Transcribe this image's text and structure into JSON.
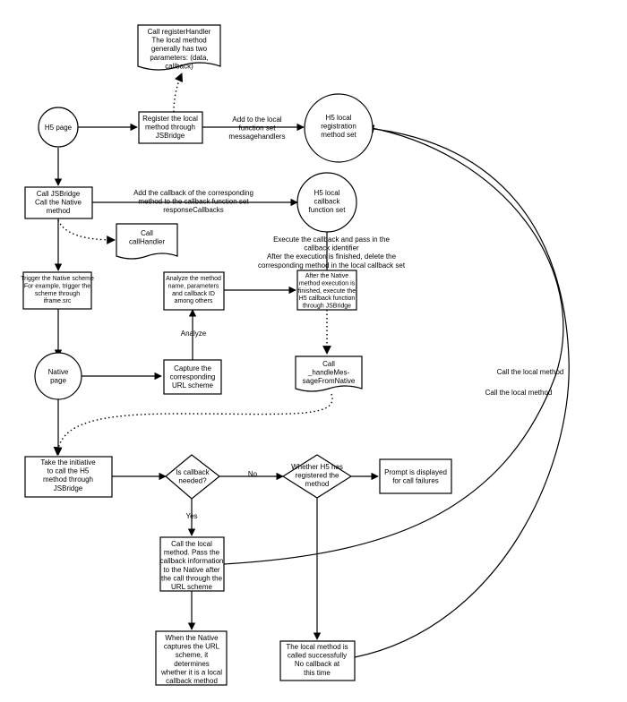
{
  "nodes": {
    "call_register_handler": [
      "Call registerHandler",
      "The local method",
      "generally has two",
      "parameters: (data,",
      "callback)"
    ],
    "h5_page": [
      "H5 page"
    ],
    "register_local_method": [
      "Register the local",
      "method through",
      "JSBridge"
    ],
    "h5_local_registration": [
      "H5 local",
      "registration",
      "method set"
    ],
    "call_jsbridge_native": [
      "Call JSBridge",
      "Call the Native",
      "method"
    ],
    "h5_local_callback": [
      "H5 local",
      "callback",
      "function set"
    ],
    "call_callhandler": [
      "Call",
      "callHandler"
    ],
    "trigger_native_scheme": [
      "Trigger the Native scheme",
      "For example, trigger the",
      "scheme through",
      "iframe.src"
    ],
    "analyze_method": [
      "Analyze the method",
      "name, parameters",
      "and callback ID",
      "among others"
    ],
    "after_native_execution": [
      "After the Native",
      "method execution is",
      "finished, execute the",
      "H5 callback function",
      "through JSBridge"
    ],
    "native_page": [
      "Native",
      "page"
    ],
    "capture_url_scheme": [
      "Capture the",
      "corresponding",
      "URL scheme"
    ],
    "call_handle_message": [
      "Call",
      "_handleMes-",
      "sageFromNative"
    ],
    "native_initiative": [
      "Take the initiative",
      "to call the H5",
      "method through",
      "JSBridge"
    ],
    "is_callback_needed": [
      "Is callback",
      "needed?"
    ],
    "whether_h5_registered": [
      "Whether H5 has",
      "registered the",
      "method"
    ],
    "prompt_failure": [
      "Prompt is displayed",
      "for call failures"
    ],
    "call_local_pass_callback": [
      "Call the local",
      "method. Pass the",
      "callback information",
      "to the Native after",
      "the call through the",
      "URL scheme"
    ],
    "native_determines_callback": [
      "When the Native",
      "captures the URL",
      "scheme, it",
      "determines",
      "whether it is a local",
      "callback method"
    ],
    "local_called_no_callback": [
      "The local method is",
      "called successfully",
      "No callback at",
      "this time"
    ]
  },
  "edge_labels": {
    "add_to_function_set": [
      "Add to the local",
      "function set",
      "messagehandlers"
    ],
    "add_callback": [
      "Add the callback of the corresponding",
      "method to the callback function set",
      "responseCallbacks"
    ],
    "execute_callback": [
      "Execute the callback and pass in the",
      "callback identifier",
      "After the execution is finished, delete the",
      "corresponding method in the local callback set"
    ],
    "analyze": [
      "Analyze"
    ],
    "no": [
      "No"
    ],
    "yes": [
      "Yes"
    ],
    "call_local_method_1": [
      "Call the local method"
    ],
    "call_local_method_2": [
      "Call the local method"
    ]
  }
}
